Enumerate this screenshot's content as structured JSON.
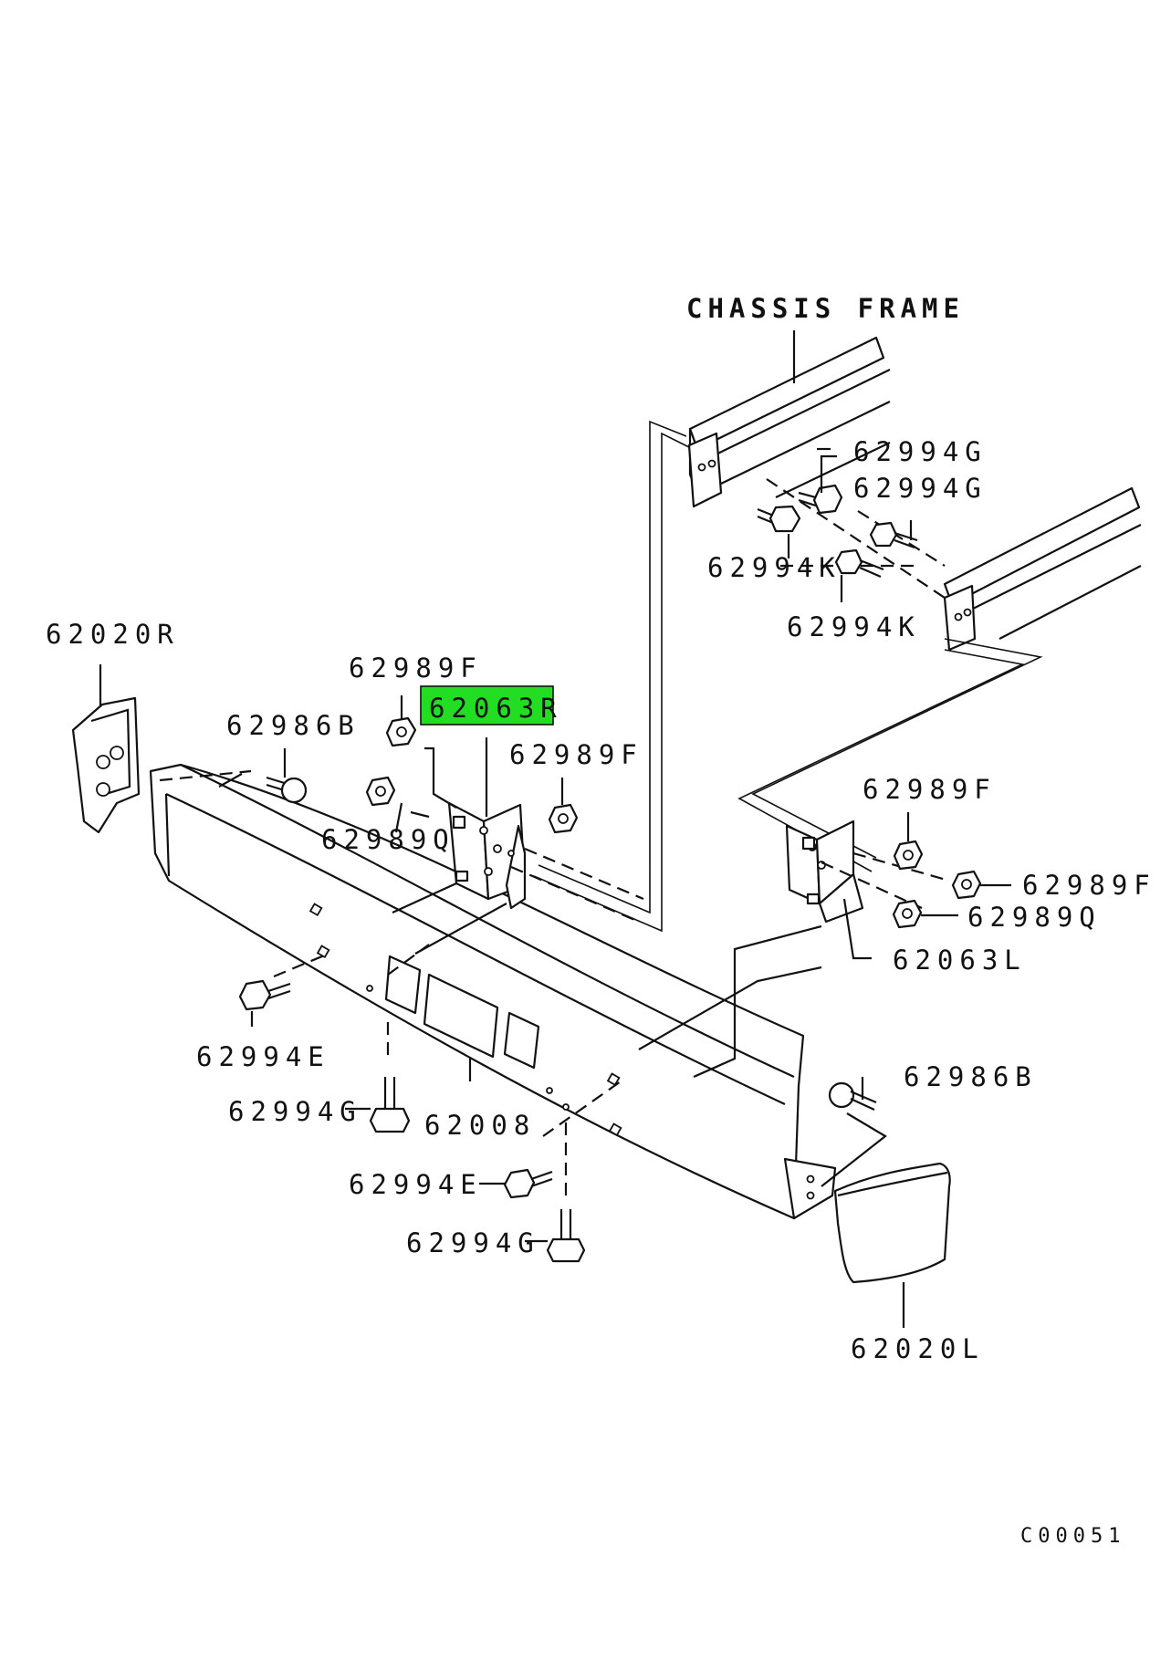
{
  "labels": {
    "chassis_frame": "CHASSIS FRAME",
    "p62994G_a": "62994G",
    "p62994G_b": "62994G",
    "p62994K_a": "62994K",
    "p62994K_b": "62994K",
    "p62020R": "62020R",
    "p62989F_a": "62989F",
    "p62063R": "62063R",
    "p62986B_a": "62986B",
    "p62989F_b": "62989F",
    "p62989Q_a": "62989Q",
    "p62989F_c": "62989F",
    "p62989F_d": "62989F",
    "p62989Q_b": "62989Q",
    "p62063L": "62063L",
    "p62994E_a": "62994E",
    "p62994G_c": "62994G",
    "p62008": "62008",
    "p62986B_b": "62986B",
    "p62994E_b": "62994E",
    "p62994G_d": "62994G",
    "p62020L": "62020L",
    "diagram_code": "C00051"
  },
  "highlight": {
    "part": "62063R",
    "color": "#22dd22"
  },
  "colors": {
    "line": "#111111",
    "background": "#ffffff"
  }
}
